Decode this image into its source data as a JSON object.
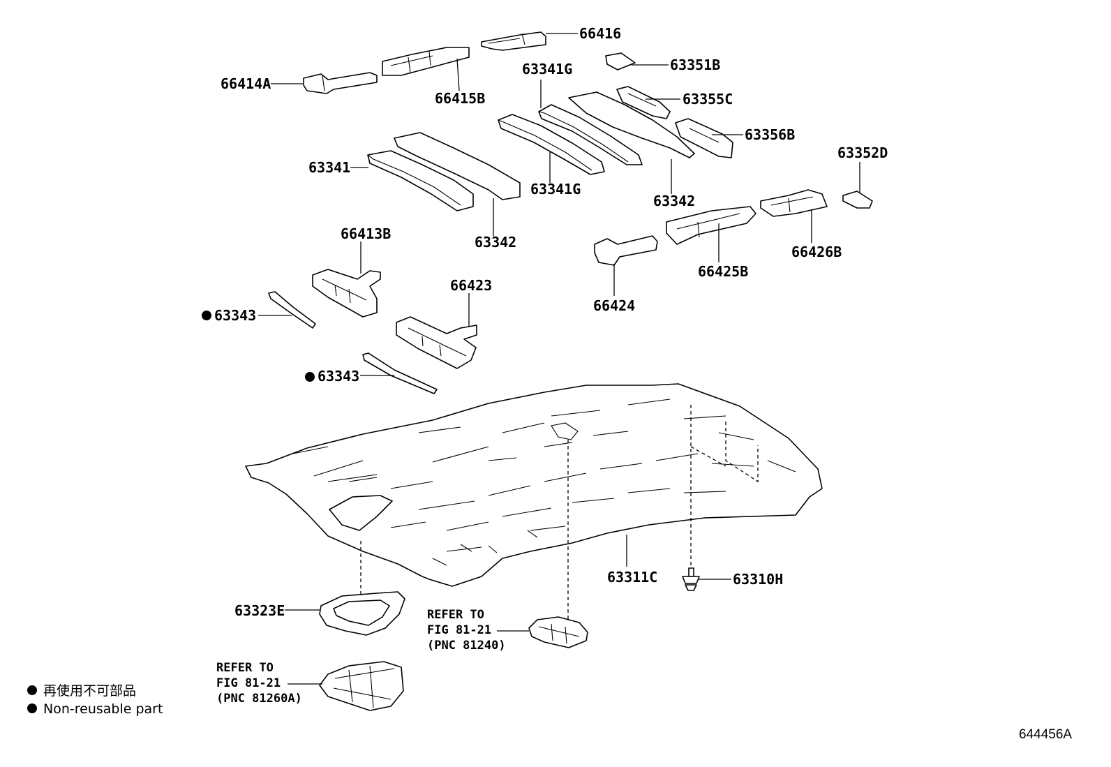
{
  "labels": {
    "p66416": "66416",
    "p66414A": "66414A",
    "p66415B": "66415B",
    "p63351B": "63351B",
    "p63341G_top": "63341G",
    "p63355C": "63355C",
    "p63356B": "63356B",
    "p63352D": "63352D",
    "p63341": "63341",
    "p63341G_bottom": "63341G",
    "p63342_right": "63342",
    "p63342_left": "63342",
    "p66413B": "66413B",
    "p66426B": "66426B",
    "p66425B": "66425B",
    "p66424": "66424",
    "p66423": "66423",
    "p63343_a": "63343",
    "p63343_b": "63343",
    "p63311C": "63311C",
    "p63310H": "63310H",
    "p63323E": "63323E"
  },
  "references": {
    "ref1": {
      "line1": "REFER TO",
      "line2": "FIG 81-21",
      "line3": "(PNC 81240)"
    },
    "ref2": {
      "line1": "REFER TO",
      "line2": "FIG 81-21",
      "line3": "(PNC 81260A)"
    }
  },
  "legend": {
    "japanese": "再使用不可部品",
    "english": "Non-reusable part"
  },
  "diagram_code": "644456A"
}
